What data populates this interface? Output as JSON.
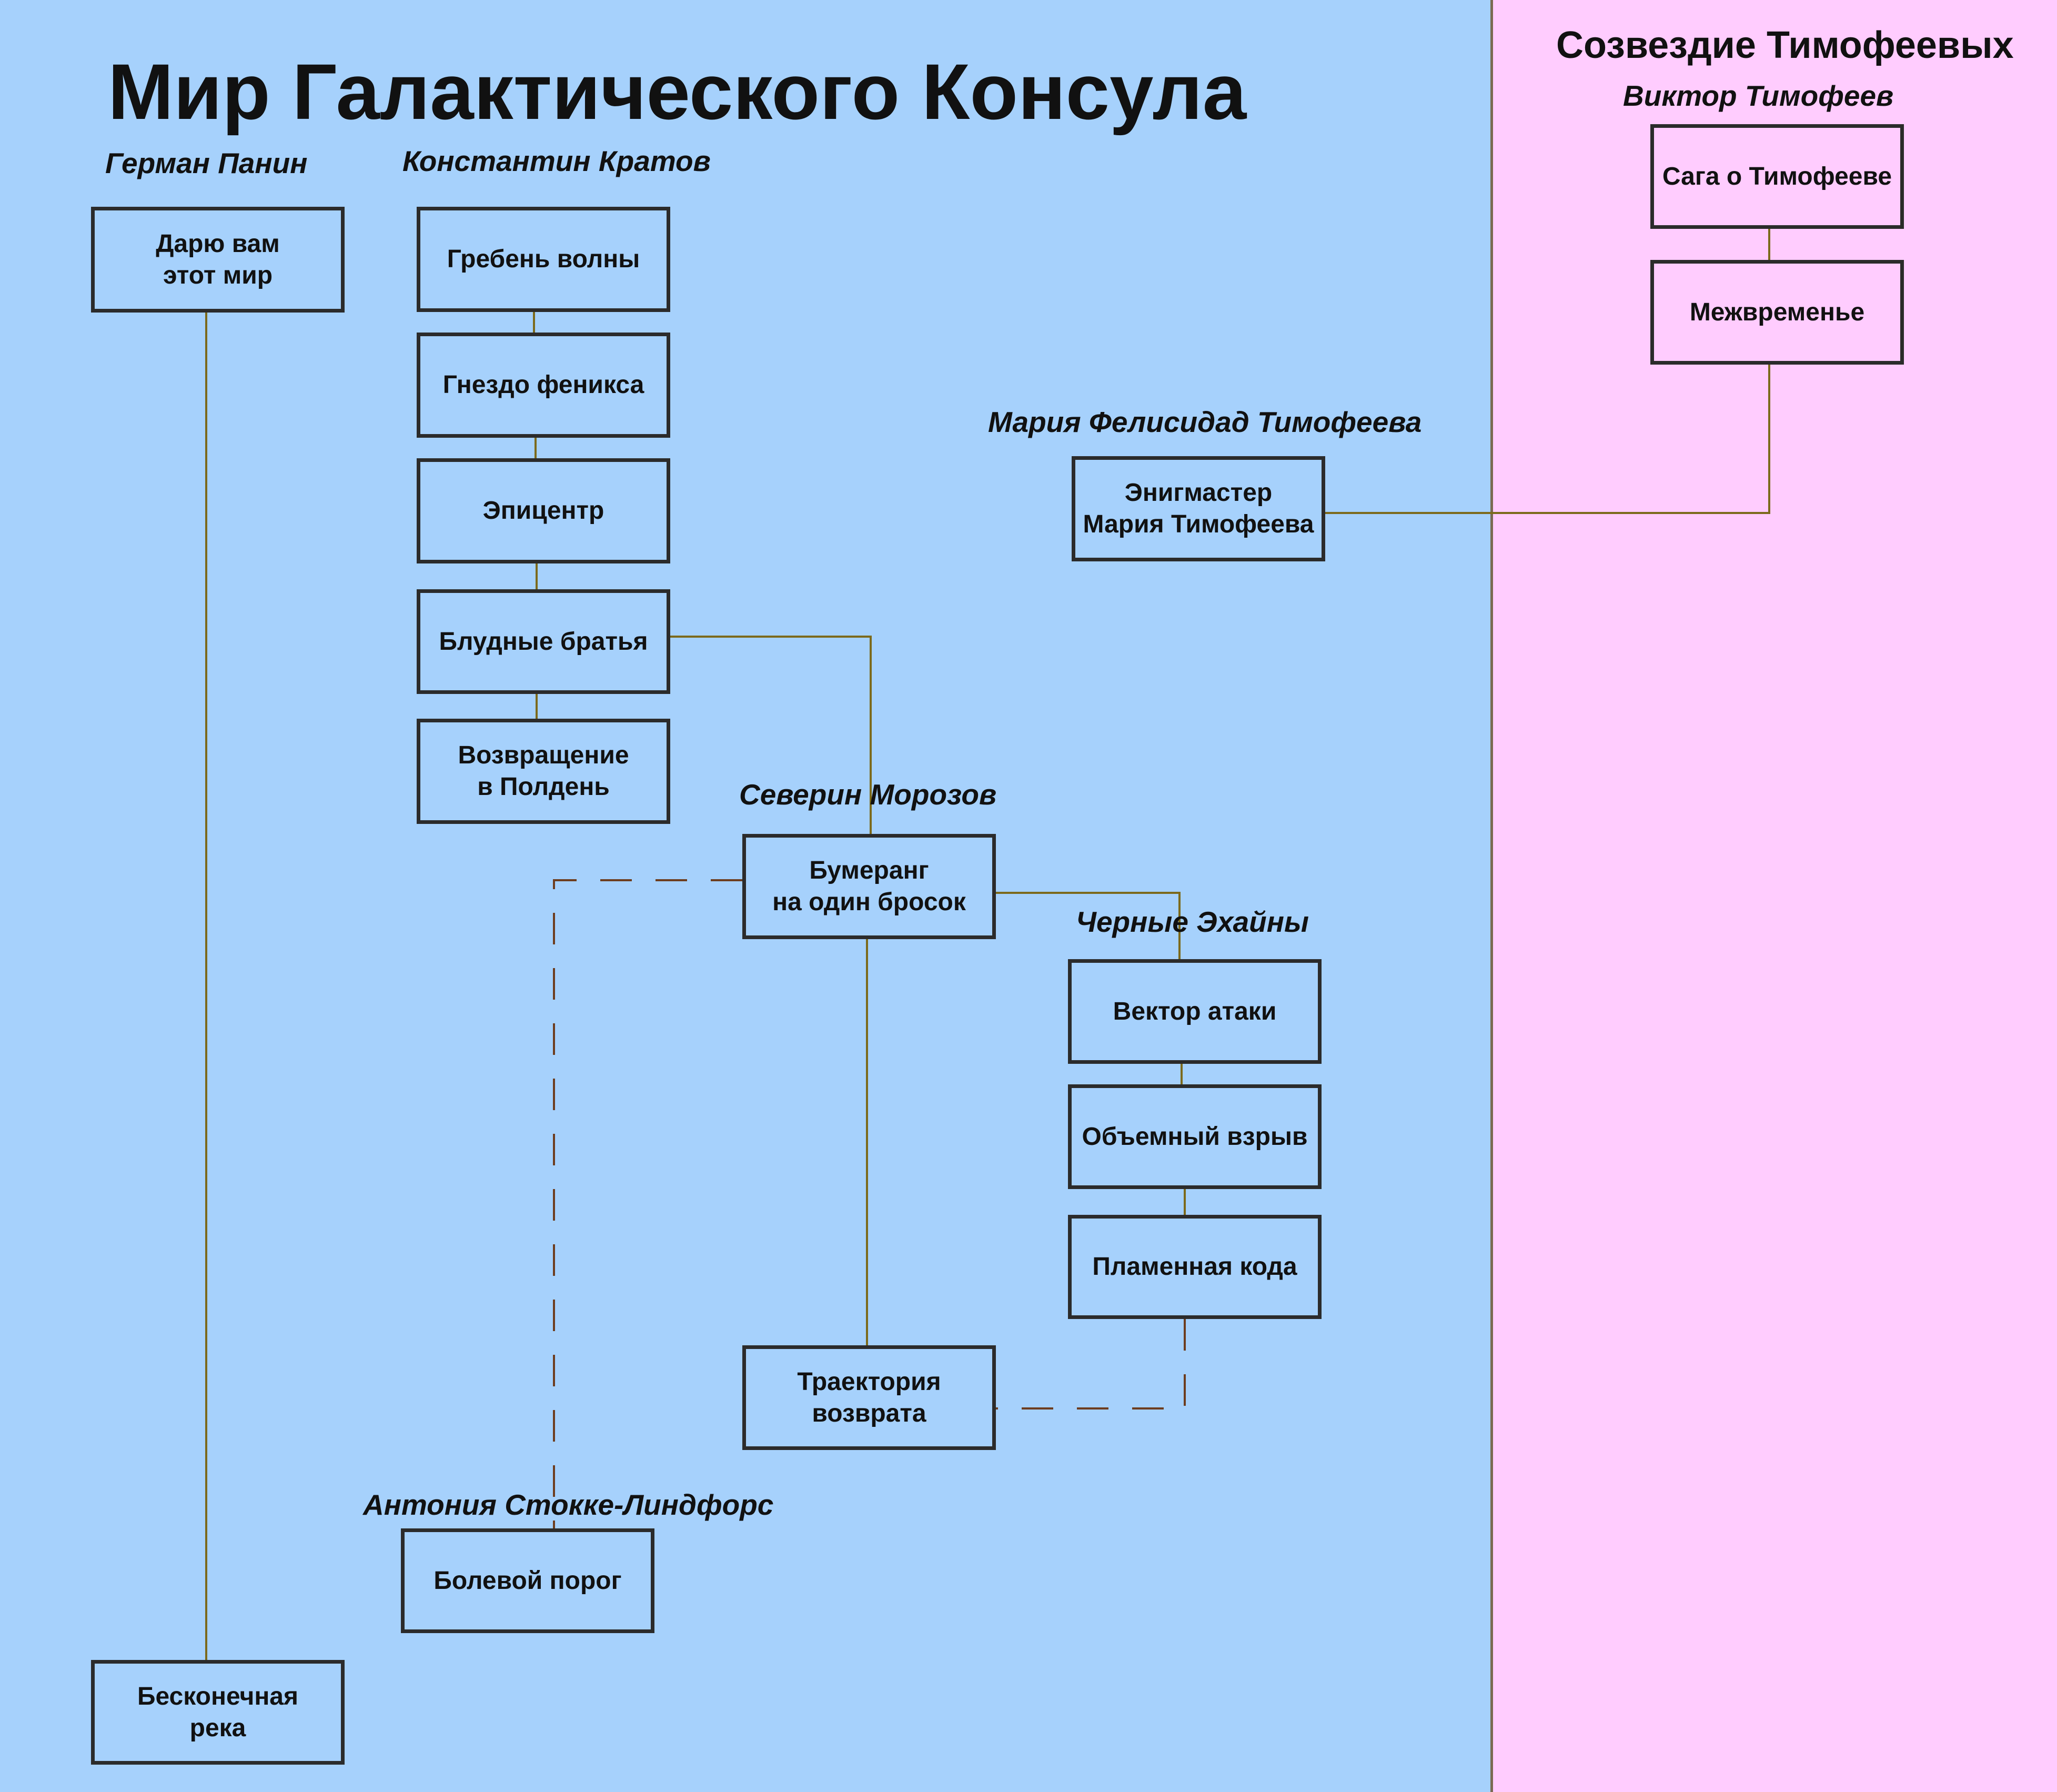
{
  "colors": {
    "left_region": "#a6d1fc",
    "right_region": "#ffccfe",
    "solid_connector": "#7c6a1c",
    "dashed_connector": "#6d3d1f"
  },
  "diagram": {
    "title": "Мир Галактического Консула",
    "right_region_title": "Созвездие Тимофеевых",
    "authors": {
      "panin": "Герман Панин",
      "kratov": "Константин Кратов",
      "viktor": "Виктор Тимофеев",
      "maria": "Мария Фелисидад Тимофеева",
      "severin": "Северин Морозов",
      "ehains": "Черные Эхайны",
      "antonia": "Антония Стокке-Линдфорс"
    },
    "books": {
      "daryu": "Дарю вам\nэтот мир",
      "beskonechnaya": "Бесконечная\nрека",
      "greben": "Гребень волны",
      "gnezdo": "Гнездо феникса",
      "epicentr": "Эпицентр",
      "bludnye": "Блудные братья",
      "vozvrashchenie": "Возвращение\nв Полдень",
      "bumerang": "Бумеранг\nна один бросок",
      "traektoriya": "Траектория\nвозврата",
      "vektor": "Вектор атаки",
      "obemny": "Объемный взрыв",
      "plamennaya": "Пламенная кода",
      "bolevoy": "Болевой порог",
      "enigmaster": "Энигмастер\nМария Тимофеева",
      "saga": "Сага о Тимофееве",
      "mezhvremenye": "Межвременье"
    }
  }
}
